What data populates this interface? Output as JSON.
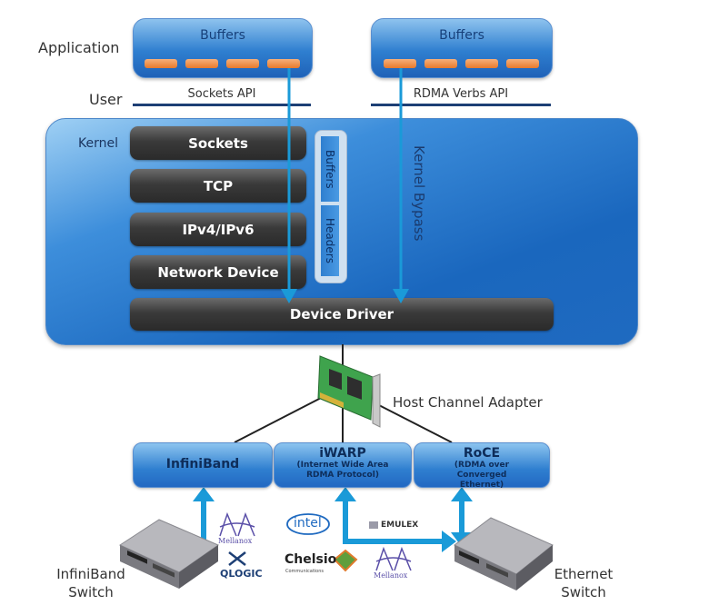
{
  "user_space": {
    "application_label": "Application",
    "user_label": "User",
    "left_buffers": {
      "title": "Buffers",
      "count": 4
    },
    "right_buffers": {
      "title": "Buffers",
      "count": 4
    },
    "sockets_api_label": "Sockets API",
    "rdma_verbs_api_label": "RDMA Verbs API"
  },
  "kernel": {
    "label": "Kernel",
    "layers": [
      "Sockets",
      "TCP",
      "IPv4/IPv6",
      "Network Device"
    ],
    "device_driver": "Device Driver",
    "side_stack": {
      "buffers": "Buffers",
      "headers": "Headers"
    },
    "bypass_label": "Kernel Bypass"
  },
  "hardware": {
    "hca_label": "Host Channel Adapter",
    "protocols": [
      {
        "title": "InfiniBand",
        "subtitle": ""
      },
      {
        "title": "iWARP",
        "subtitle": "(Internet Wide Area RDMA Protocol)"
      },
      {
        "title": "RoCE",
        "subtitle": "(RDMA over Converged Ethernet)"
      }
    ],
    "infiniband_switch_label": "InfiniBand Switch",
    "ethernet_switch_label": "Ethernet Switch",
    "vendors": {
      "mellanox_1": "Mellanox",
      "qlogic": "QLOGIC",
      "intel": "intel",
      "chelsio": "Chelsio",
      "chelsio_sub": "Communications",
      "emulex": "EMULEX",
      "mellanox_2": "Mellanox"
    }
  },
  "colors": {
    "arrow": "#1a9ad8",
    "kernel_blue": "#1f6ac0",
    "layer_dark": "#3a3a3a",
    "buffer_orange": "#e87a2c"
  }
}
